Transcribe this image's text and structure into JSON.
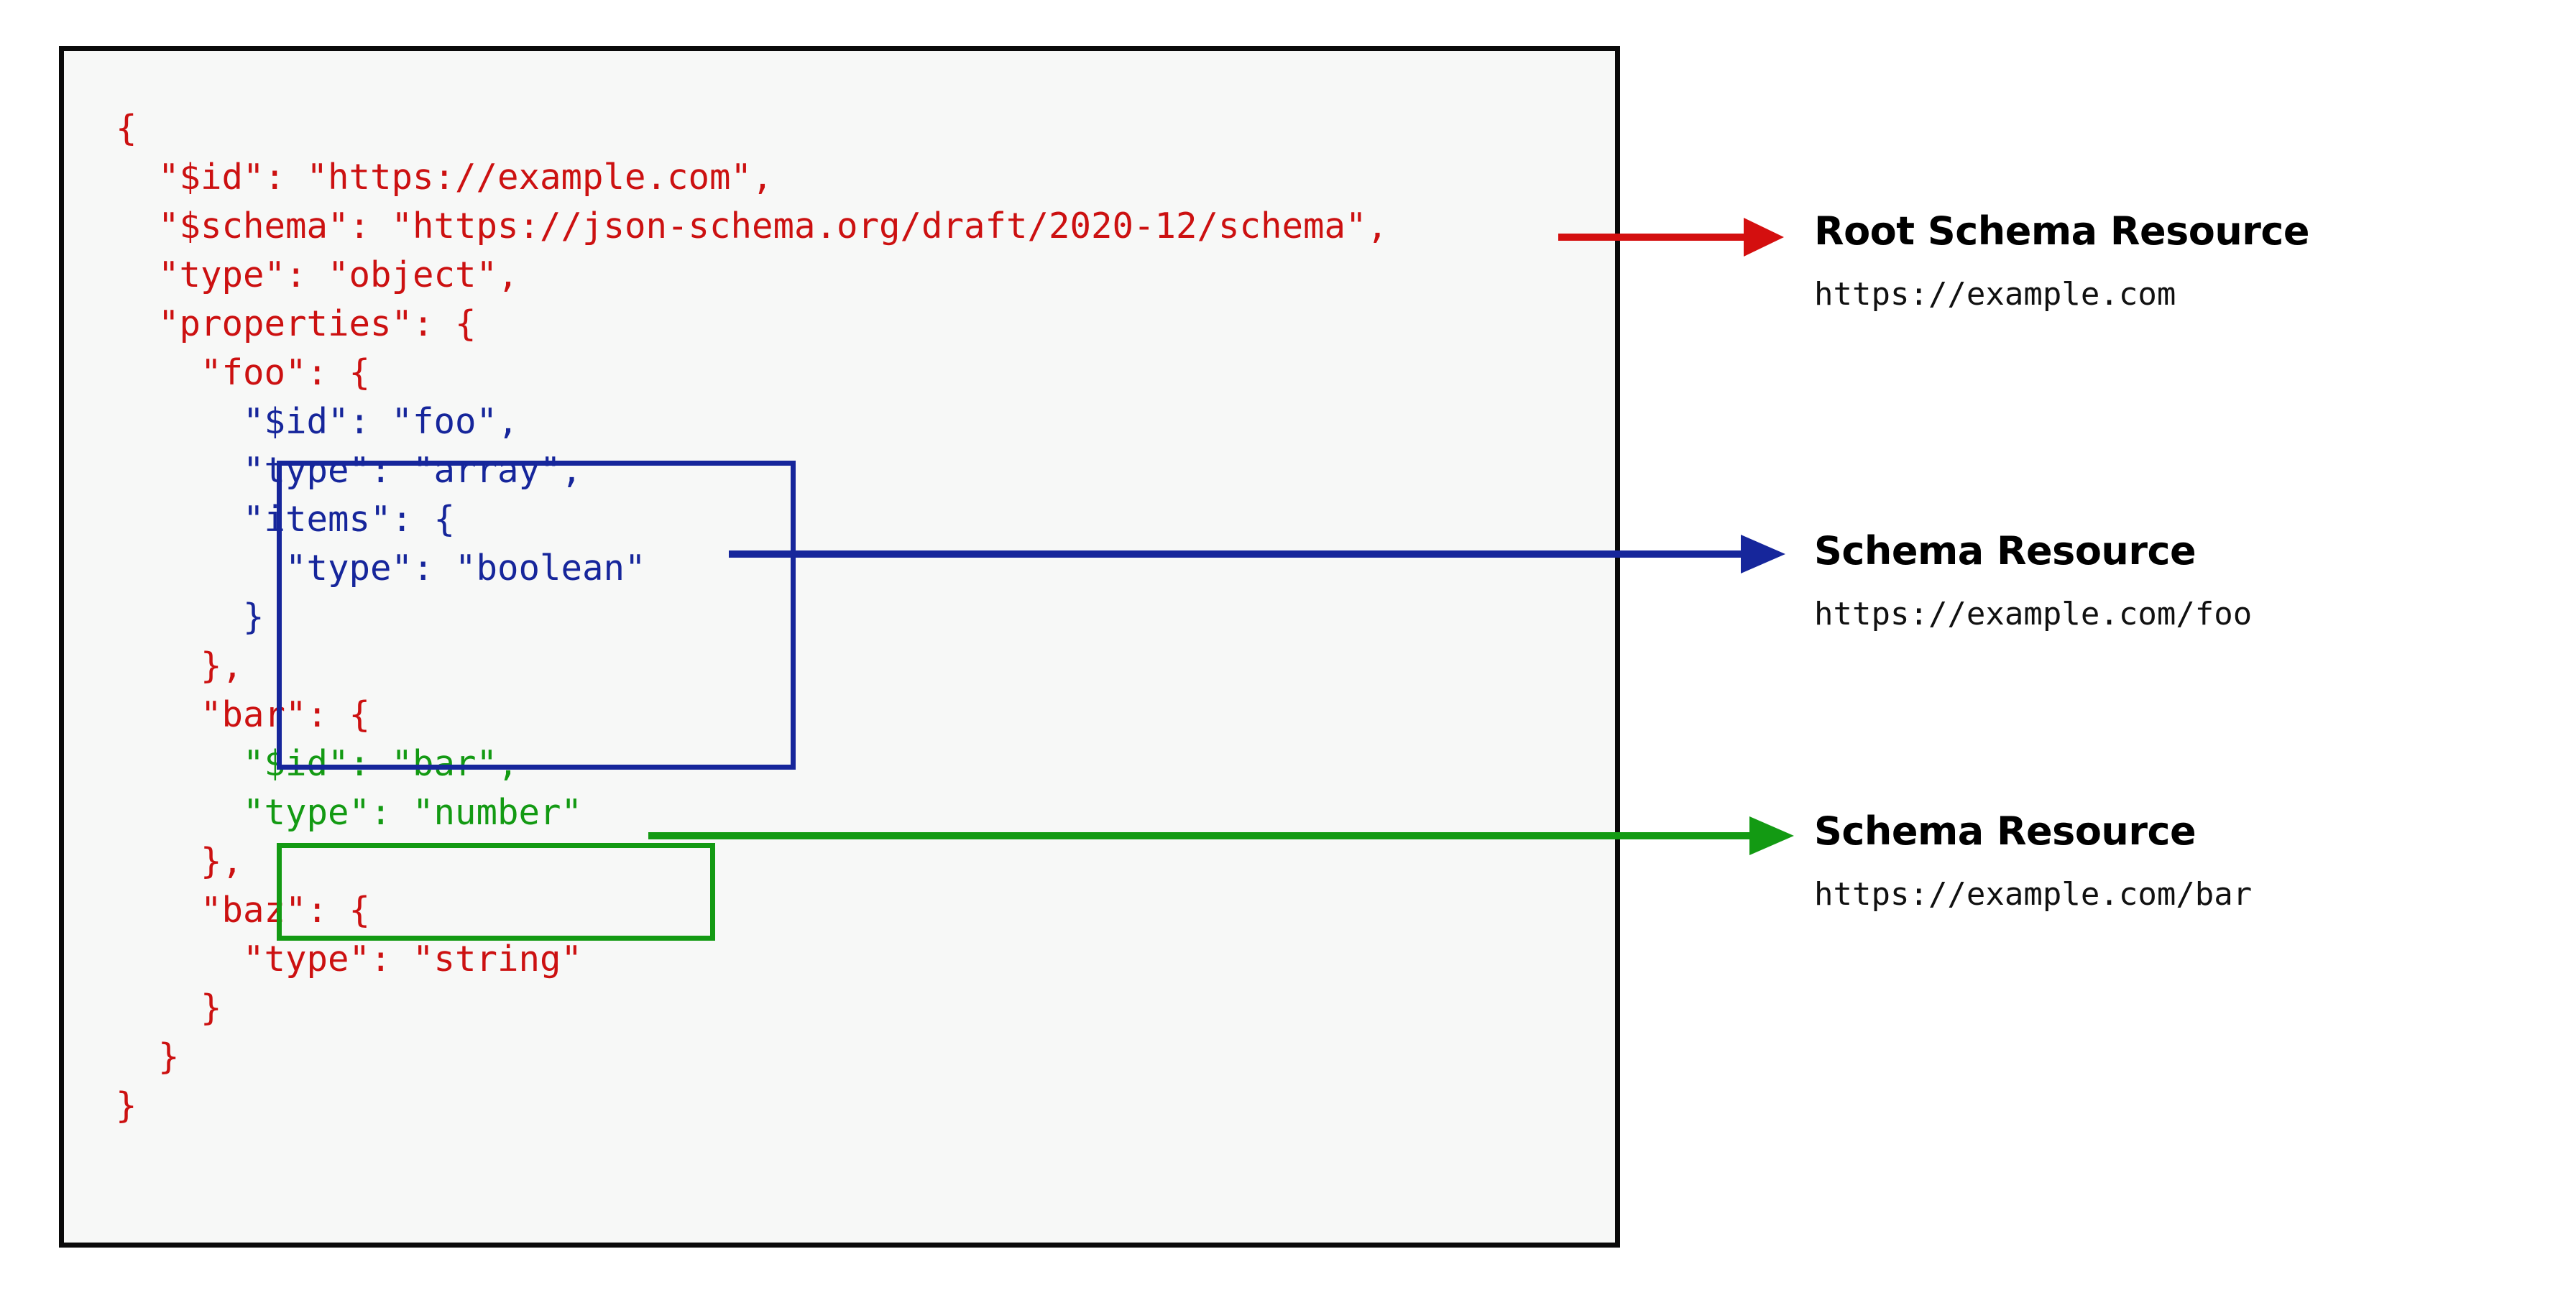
{
  "diagram": {
    "title_semantic": "json-schema-resources-diagram",
    "colors": {
      "root_red": "#cc1111",
      "arrow_red": "#d40f0f",
      "foo_blue": "#16269b",
      "bar_green": "#139a13",
      "panel_border": "#0a0a0a",
      "panel_background": "#f7f8f7",
      "label_text": "#000000"
    }
  },
  "code": {
    "lines": [
      {
        "indent": 0,
        "text": "{",
        "color": "red"
      },
      {
        "indent": 1,
        "text": "\"$id\": \"https://example.com\",",
        "color": "red"
      },
      {
        "indent": 1,
        "text": "\"$schema\": \"https://json-schema.org/draft/2020-12/schema\",",
        "color": "red"
      },
      {
        "indent": 1,
        "text": "\"type\": \"object\",",
        "color": "red"
      },
      {
        "indent": 1,
        "text": "\"properties\": {",
        "color": "red"
      },
      {
        "indent": 2,
        "text": "\"foo\": {",
        "color": "red"
      },
      {
        "indent": 3,
        "text": "\"$id\": \"foo\",",
        "color": "blue"
      },
      {
        "indent": 3,
        "text": "\"type\": \"array\",",
        "color": "blue"
      },
      {
        "indent": 3,
        "text": "\"items\": {",
        "color": "blue"
      },
      {
        "indent": 4,
        "text": "\"type\": \"boolean\"",
        "color": "blue"
      },
      {
        "indent": 3,
        "text": "}",
        "color": "blue"
      },
      {
        "indent": 2,
        "text": "},",
        "color": "red"
      },
      {
        "indent": 2,
        "text": "\"bar\": {",
        "color": "red"
      },
      {
        "indent": 3,
        "text": "\"$id\": \"bar\",",
        "color": "green"
      },
      {
        "indent": 3,
        "text": "\"type\": \"number\"",
        "color": "green"
      },
      {
        "indent": 2,
        "text": "},",
        "color": "red"
      },
      {
        "indent": 2,
        "text": "\"baz\": {",
        "color": "red"
      },
      {
        "indent": 3,
        "text": "\"type\": \"string\"",
        "color": "red"
      },
      {
        "indent": 2,
        "text": "}",
        "color": "red"
      },
      {
        "indent": 1,
        "text": "}",
        "color": "red"
      },
      {
        "indent": 0,
        "text": "}",
        "color": "red"
      }
    ],
    "full_text": "{\n  \"$id\": \"https://example.com\",\n  \"$schema\": \"https://json-schema.org/draft/2020-12/schema\",\n  \"type\": \"object\",\n  \"properties\": {\n    \"foo\": {\n      \"$id\": \"foo\",\n      \"type\": \"array\",\n      \"items\": {\n        \"type\": \"boolean\"\n      }\n    },\n    \"bar\": {\n      \"$id\": \"bar\",\n      \"type\": \"number\"\n    },\n    \"baz\": {\n      \"type\": \"string\"\n    }\n  }\n}"
  },
  "callouts": [
    {
      "id": "root",
      "title": "Root Schema Resource",
      "uri": "https://example.com",
      "arrow_color": "#d40f0f"
    },
    {
      "id": "foo",
      "title": "Schema Resource",
      "uri": "https://example.com/foo",
      "arrow_color": "#16269b"
    },
    {
      "id": "bar",
      "title": "Schema Resource",
      "uri": "https://example.com/bar",
      "arrow_color": "#139a13"
    }
  ]
}
